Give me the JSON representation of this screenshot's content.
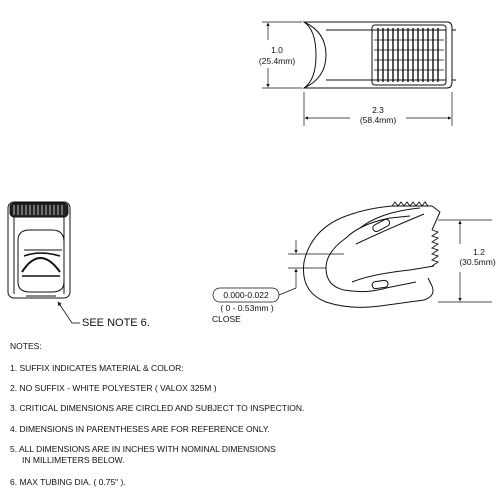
{
  "top_view": {
    "height_in": "1.0",
    "height_mm": "(25.4mm)",
    "width_in": "2.3",
    "width_mm": "(58.4mm)"
  },
  "side_view": {
    "height_in": "1.2",
    "height_mm": "(30.5mm)",
    "gap_range_in": "0.000-0.022",
    "gap_range_mm": "( 0 - 0.53mm )",
    "gap_state": "CLOSE"
  },
  "front_view": {
    "callout": "SEE NOTE 6."
  },
  "notes": {
    "heading": "NOTES:",
    "items": [
      "1.  SUFFIX INDICATES MATERIAL & COLOR:",
      "2.  NO SUFFIX - WHITE POLYESTER ( VALOX 325M )",
      "3.  CRITICAL DIMENSIONS ARE CIRCLED AND SUBJECT TO INSPECTION.",
      "4.  DIMENSIONS IN PARENTHESES ARE FOR REFERENCE ONLY.",
      "5.  ALL DIMENSIONS ARE IN INCHES WITH NOMINAL DIMENSIONS",
      "IN MILLIMETERS BELOW.",
      "6.  MAX TUBING DIA. ( 0.75\" )."
    ]
  }
}
